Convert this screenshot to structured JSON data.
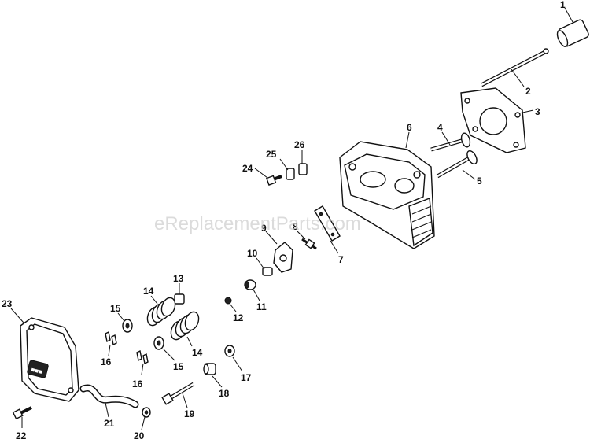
{
  "watermark": "eReplacementParts.com",
  "callouts": {
    "c1": "1",
    "c2": "2",
    "c3": "3",
    "c4": "4",
    "c5": "5",
    "c6": "6",
    "c7": "7",
    "c8": "8",
    "c9": "9",
    "c10": "10",
    "c11": "11",
    "c12": "12",
    "c13": "13",
    "c14a": "14",
    "c14b": "14",
    "c15a": "15",
    "c15b": "15",
    "c16a": "16",
    "c16b": "16",
    "c17": "17",
    "c18": "18",
    "c19": "19",
    "c20": "20",
    "c21": "21",
    "c22": "22",
    "c23": "23",
    "c24": "24",
    "c25": "25",
    "c26": "26"
  }
}
